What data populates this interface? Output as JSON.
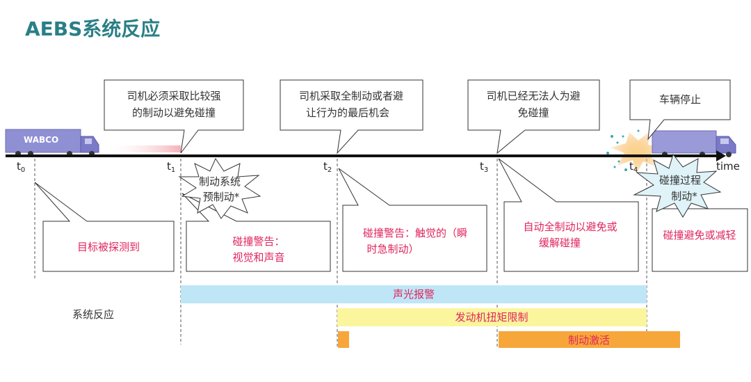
{
  "title": "AEBS系统反应",
  "truck_logo": "WABCO",
  "time_axis": {
    "label": "time",
    "ticks": [
      {
        "base": "t",
        "sub": "0"
      },
      {
        "base": "t",
        "sub": "1"
      },
      {
        "base": "t",
        "sub": "2"
      },
      {
        "base": "t",
        "sub": "3"
      },
      {
        "base": "t",
        "sub": "4"
      }
    ]
  },
  "top_callouts": [
    {
      "line1": "司机必须采取比较强",
      "line2": "的制动以避免碰撞"
    },
    {
      "line1": "司机采取全制动或者避",
      "line2": "让行为的最后机会"
    },
    {
      "line1": "司机已经无法人为避",
      "line2": "免碰撞"
    },
    {
      "line1": "车辆停止",
      "line2": ""
    }
  ],
  "bursts": [
    {
      "line1": "制动系统",
      "line2": "预制动*"
    },
    {
      "line1": "碰撞过程",
      "line2": "制动*"
    }
  ],
  "bottom_callouts": [
    {
      "line1": "目标被探测到",
      "line2": ""
    },
    {
      "line1": "碰撞警告：",
      "line2": "视觉和声音"
    },
    {
      "line1": "碰撞警告：触觉的（瞬",
      "line2": "时急制动）"
    },
    {
      "line1": "自动全制动以避免或",
      "line2": "缓解碰撞"
    },
    {
      "line1": "碰撞避免或减轻",
      "line2": ""
    }
  ],
  "system_label": "系统反应",
  "bars": [
    {
      "label": "声光报警",
      "color": "#bfe6f7",
      "text_color": "#e0245e"
    },
    {
      "label": "发动机扭矩限制",
      "color": "#fbf59e",
      "text_color": "#e0245e"
    },
    {
      "label": "",
      "color": "#f7a73a",
      "text_color": "#e0245e"
    },
    {
      "label": "制动激活",
      "color": "#f7a73a",
      "text_color": "#e0245e"
    }
  ],
  "colors": {
    "title": "#2a7f86",
    "red_text": "#e0245e",
    "truck": "#8f8fd4"
  }
}
